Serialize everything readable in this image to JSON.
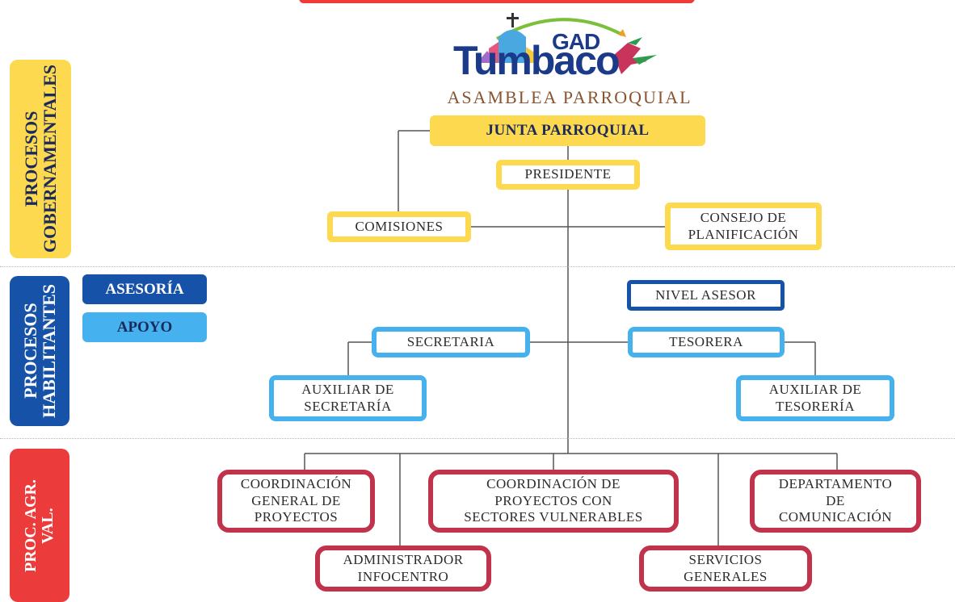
{
  "logo": {
    "gad": "GAD",
    "name": "Tumbaco",
    "subtitle": "ASAMBLEA PARROQUIAL"
  },
  "side_labels": {
    "gobernantes": "PROCESOS\nGOBERNAMENTALES",
    "habilitantes": "PROCESOS\nHABILITANTES",
    "valor": "PROC. AGR.\nVAL."
  },
  "legend": {
    "asesoria": "ASESORÍA",
    "apoyo": "APOYO"
  },
  "nodes": {
    "junta": "JUNTA PARROQUIAL",
    "presidente": "PRESIDENTE",
    "comisiones": "COMISIONES",
    "consejo": "CONSEJO DE\nPLANIFICACIÓN",
    "nivel_asesor": "NIVEL ASESOR",
    "secretaria": "SECRETARIA",
    "tesorera": "TESORERA",
    "aux_secretaria": "AUXILIAR DE\nSECRETARÍA",
    "aux_tesoreria": "AUXILIAR DE\nTESORERÍA",
    "coord_general": "COORDINACIÓN\nGENERAL DE\nPROYECTOS",
    "coord_vulnerables": "COORDINACIÓN DE\nPROYECTOS CON\nSECTORES VULNERABLES",
    "depto_comunicacion": "DEPARTAMENTO\nDE\nCOMUNICACIÓN",
    "admin_infocentro": "ADMINISTRADOR\nINFOCENTRO",
    "servicios_generales": "SERVICIOS\nGENERALES"
  },
  "colors": {
    "gobernantes": "#fcd94e",
    "asesoria": "#1552a8",
    "apoyo": "#45b1ef",
    "valor": "#c1334b",
    "connector": "#555555"
  }
}
